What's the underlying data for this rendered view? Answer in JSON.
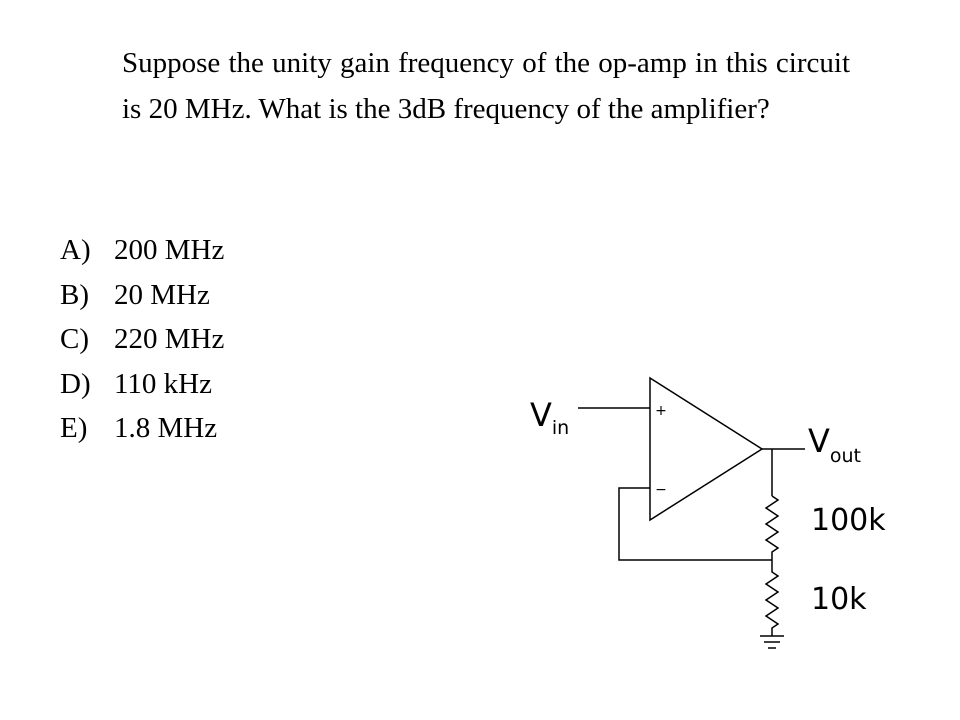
{
  "question": "Suppose the unity gain frequency of the op-amp in this circuit is 20 MHz.  What is the 3dB frequency of the amplifier?",
  "answers": [
    {
      "letter": "A)",
      "text": "200 MHz"
    },
    {
      "letter": "B)",
      "text": "20 MHz"
    },
    {
      "letter": "C)",
      "text": "220 MHz"
    },
    {
      "letter": "D)",
      "text": "110 kHz"
    },
    {
      "letter": "E)",
      "text": "1.8 MHz"
    }
  ],
  "circuit": {
    "vin": {
      "main": "V",
      "sub": "in"
    },
    "vout": {
      "main": "V",
      "sub": "out"
    },
    "plus_sign": "+",
    "minus_sign": "−",
    "r_feedback": "100k",
    "r_ground": "10k"
  }
}
